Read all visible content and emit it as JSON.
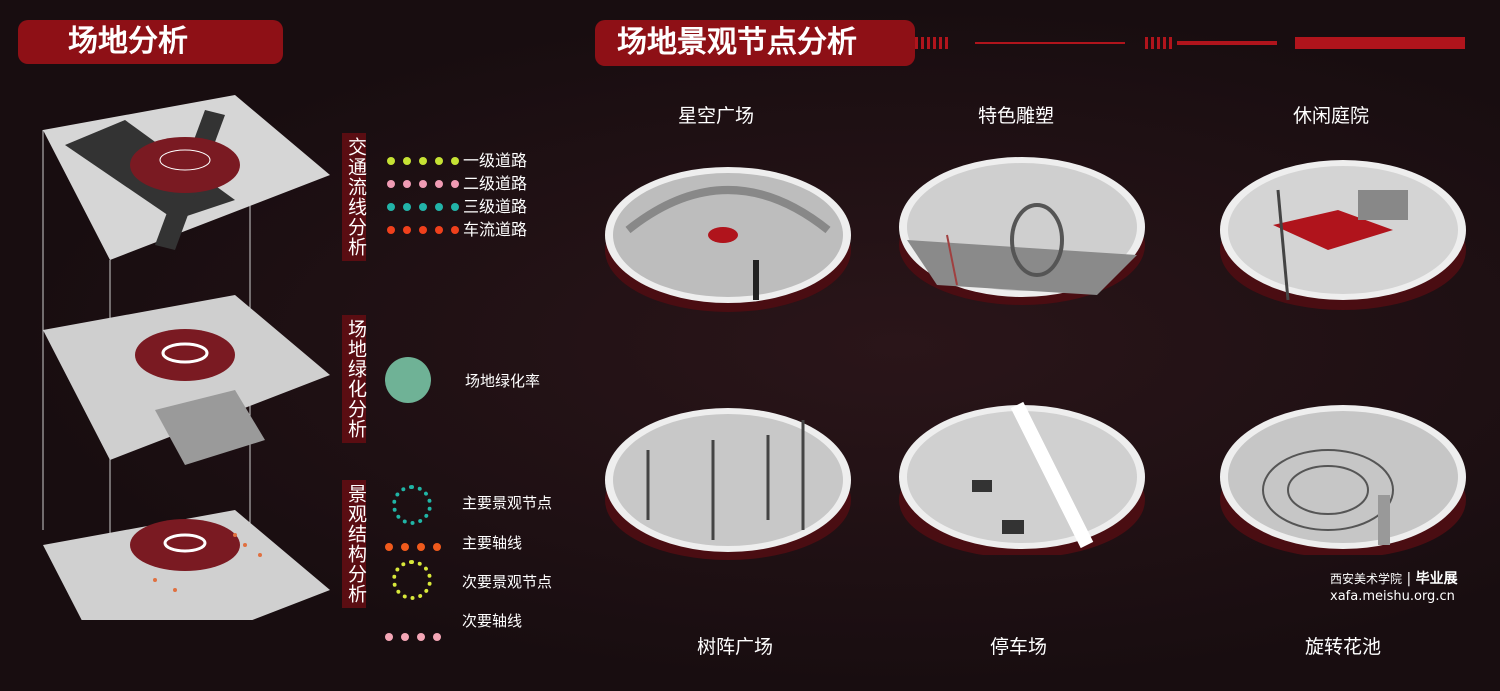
{
  "left_panel": {
    "title": "场地分析"
  },
  "right_panel": {
    "title": "场地景观节点分析"
  },
  "analysis": [
    {
      "label": "交通流线分析",
      "legend": [
        {
          "text": "一级道路",
          "color": "#c6e234"
        },
        {
          "text": "二级道路",
          "color": "#f09bb4"
        },
        {
          "text": "三级道路",
          "color": "#22b3a8"
        },
        {
          "text": "车流道路",
          "color": "#f0401c"
        }
      ]
    },
    {
      "label": "场地绿化分析",
      "legend": [
        {
          "text": "场地绿化率",
          "color": "#6fb296"
        }
      ]
    },
    {
      "label": "景观结构分析",
      "legend": [
        {
          "text": "主要景观节点",
          "color": "#20b5a6"
        },
        {
          "text": "主要轴线",
          "color": "#f05a1c"
        },
        {
          "text": "次要景观节点",
          "color": "#d8e83a"
        },
        {
          "text": "次要轴线",
          "color": "#f4a6b6"
        }
      ]
    }
  ],
  "nodes": [
    "星空广场",
    "特色雕塑",
    "休闲庭院",
    "树阵广场",
    "停车场",
    "旋转花池"
  ],
  "watermark": {
    "school": "西安美术学院",
    "event": "毕业展",
    "url": "xafa.meishu.org.cn"
  },
  "colors": {
    "accent": "#8e1016",
    "base": "#4a0d12"
  }
}
